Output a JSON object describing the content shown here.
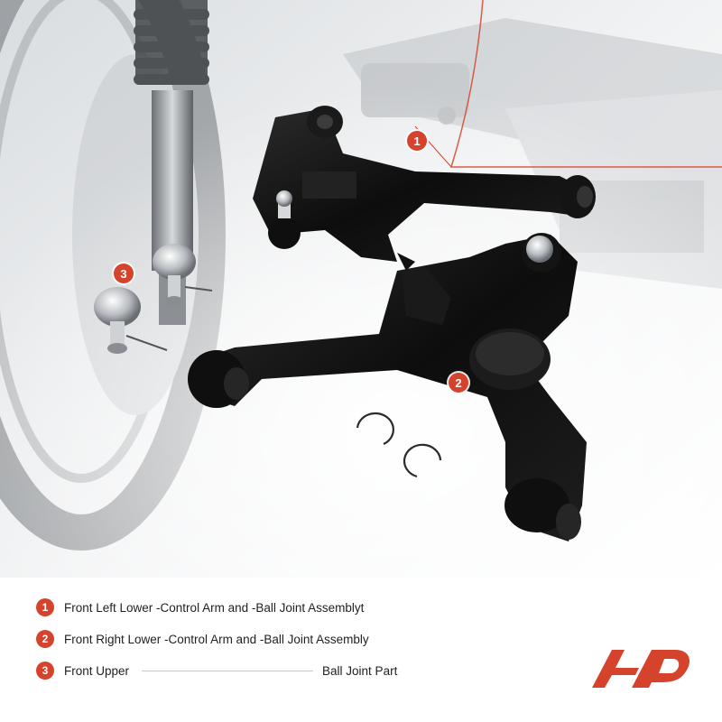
{
  "accent_color": "#d5432c",
  "callouts": [
    {
      "number": "1"
    },
    {
      "number": "2"
    },
    {
      "number": "3"
    }
  ],
  "legend": [
    {
      "number": "1",
      "text": "Front Left Lower -Control Arm and -Ball Joint Assemblyt"
    },
    {
      "number": "2",
      "text": "Front Right Lower -Control Arm and -Ball Joint Assembly"
    },
    {
      "number": "3",
      "text": "Front Upper",
      "text_right": "Ball Joint Part"
    }
  ],
  "logo": {
    "icon": "brand-logo-icon",
    "color": "#d5432c"
  }
}
